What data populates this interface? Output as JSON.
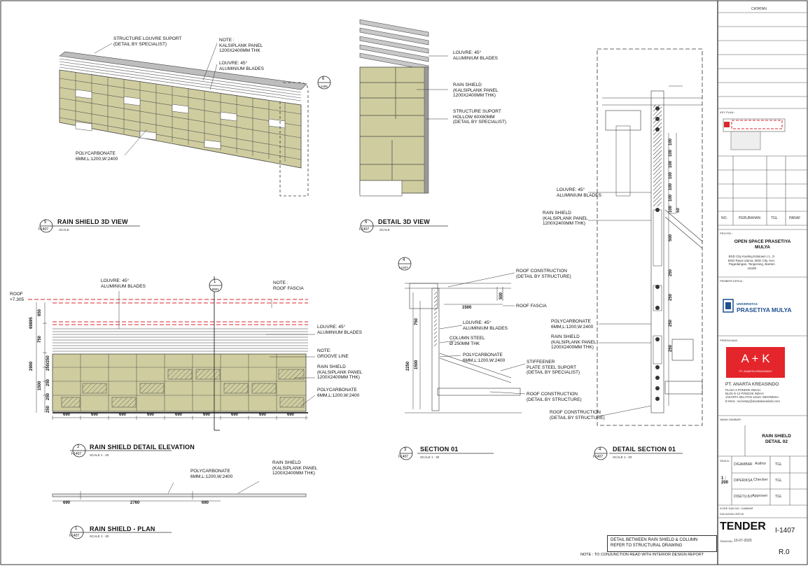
{
  "views": {
    "v5": {
      "num": "5",
      "ref": "I-1407",
      "title": "RAIN SHIELD 3D VIEW",
      "scale": "SCALE"
    },
    "v6": {
      "num": "6",
      "ref": "I-1407",
      "title": "DETAIL 3D VIEW",
      "scale": "SCALE"
    },
    "v2": {
      "num": "2",
      "ref": "I-1407",
      "title": "RAIN SHIELD DETAIL ELEVATION",
      "scale": "SCALE  1 : 40"
    },
    "v3": {
      "num": "3",
      "ref": "I-1407",
      "title": "SECTION  01",
      "scale": "SCALE  1 : 30"
    },
    "v4": {
      "num": "4",
      "ref": "I-1407",
      "title": "DETAIL SECTION  01",
      "scale": "SCALE  1 : 20"
    },
    "v1": {
      "num": "1",
      "ref": "I-1407",
      "title": "RAIN SHIELD - PLAN",
      "scale": "SCALE  1 : 40"
    }
  },
  "callouts": {
    "c6": {
      "num": "6",
      "ref": "I-1406"
    },
    "c1": {
      "num": "1",
      "ref": "I-0901"
    },
    "c4": {
      "num": "4",
      "ref": "I-1407"
    }
  },
  "labels": {
    "v5_structure": "STRUCTURE LOUVRE SUPORT\n(DETAIL BY SPECIALIST)",
    "v5_note": "NOTE :\nKALSIPLANK PANEL\n1200X2400MM THK",
    "v5_louvre": "LOUVRE: 45°\nALUMINIUM BLADES",
    "v5_poly": "POLYCARBONATE\n6MM,L:1200,W:2400",
    "v6_louvre": "LOUVRE: 45°\nALUMINIUM BLADES",
    "v6_rain": "RAIN SHIELD\n(KALSIPLANK PANEL\n1200X2400MM THK)",
    "v6_struct": "STRUCTURE SUPORT\nHOLLOW 60X60mm\n(DETAIL BY SPECIALIST)",
    "v2_roof": "ROOF\n+7.305",
    "v2_louvre_top": "LOUVRE: 45°\nALUMINIUM BLADES",
    "v2_note_fascia": "NOTE :\nROOF FASCIA",
    "v2_louvre_r": "LOUVRE: 45°\nALUMINIUM BLADES",
    "v2_groove": "NOTE:\nGROOVE LINE",
    "v2_rain": "RAIN SHIELD\n(KALSIPLANK PANEL\n1200X2400MM THK)",
    "v2_poly": "POLYCARBONATE\n6MM,L:1200,W:2400",
    "v3_roofc": "ROOF CONSTRUCTION\n(DETAIL BY STRUCTURE)",
    "v3_fascia": "ROOF FASCIA",
    "v3_louvre": "LOUVRE: 45°\nALUMINIUM BLADES",
    "v3_column": "COLUMN STEEL\nØ 250MM THK",
    "v3_poly": "POLYCARBONATE\n6MM,L:1200,W:2400",
    "v3_stiff": "STIFFEENER\nPLATE STEEL SUPORT\n(DETAIL BY SPECIALIST)",
    "v3_roofc2": "ROOF CONSTRUCTION\n(DETAIL BY STRUCTURE)",
    "v4_louvre": "LOUVRE: 45°\nALUMINIUM BLADES",
    "v4_rain": "RAIN SHIELD\n(KALSIPLANK PANEL\n1200X2400MM THK)",
    "v4_poly": "POLYCARBONATE\n6MM,L:1200,W:2400",
    "v4_rain2": "RAIN SHIELD\n(KALSIPLANK PANEL\n1200X2400MM THK)",
    "v4_roofc": "ROOF CONSTRUCTION\n(DETAIL BY STRUCTURE)",
    "v1_poly": "POLYCARBONATE\n6MM,L:1200,W:2400",
    "v1_rain": "RAIN SHIELD\n(KALSIPLANK PANEL\n1200X2400MM THK)"
  },
  "dims": {
    "elev_cols": [
      "690",
      "690",
      "690",
      "690",
      "690",
      "690",
      "690",
      "690",
      "690"
    ],
    "elev_left_outer": "2900",
    "elev_left_roof": "69995",
    "elev_left": [
      "650",
      "750",
      "1500",
      "250/250",
      "250",
      "250",
      "250"
    ],
    "plan": [
      "690",
      "2760",
      "690"
    ],
    "sec3": [
      "1500",
      "500",
      "750",
      "2250",
      "1500"
    ],
    "sec4": [
      "100",
      "100",
      "100",
      "100",
      "100",
      "100",
      "100",
      "50",
      "500",
      "250",
      "250",
      "250",
      "250"
    ]
  },
  "titleblock": {
    "catatan": "CATATAN",
    "keyplan": "KEY PLAN :",
    "rev_no": "NO.",
    "rev_perubahan": "PERUBAHAN",
    "rev_tgl": "TGL",
    "rev_paraf": "PARAF",
    "proyek_lbl": "PROYEK :",
    "proyek": "OPEN SPACE PRASETIYA\nMULYA",
    "alamat": "BSD City Kavling Edutown I.1, Jl.\nBSD Raya Utama, BSD City, Kec.\nPagedangan, Tangerang, Banten\n15339",
    "pemberi_lbl": "PEMBERI KERJA :",
    "univ_small": "UNIVERSITAS",
    "univ": "PRASETIYA MULYA",
    "perencana_lbl": "PERENCANA :",
    "ak": "A + K",
    "ak_sub": "PT. ANARTA KREASINDO",
    "firm": "PT. ANARTA KREASINDO",
    "firm_addr": "PLAZA 3 PONDOK INDAH\nBLOK E-12 PONDOK INDAH\nJAKARTA SELATAN 12310, INDONESIA\nE-MAIL : secretary@anartakreasindo.com",
    "nama_lbl": "NAMA GAMBAR :",
    "nama": "RAIN SHIELD\nDETAIL 02",
    "skala_lbl": "SKALA :",
    "skala": "1 :\n200",
    "digambar": "DIGAMBAR",
    "author": "Author",
    "diperiksa": "DIPERIKSA",
    "checker": "Checker",
    "disetujui": "DISETUJUI",
    "approver": "Approver",
    "tgl": "TGL",
    "kode_lbl": "KODE DAN NO. GAMBAR",
    "diajukan_lbl": "DIAJUKAN UNTUK",
    "status": "TENDER",
    "sheet": "I-1407",
    "tanggal_lbl": "TANGGAL",
    "tanggal": "10-07-2020",
    "rev": "R.0"
  },
  "notes": {
    "box": "DETAIL BETWEEN RAIN SHIELD & COLUMN\nREFER TO STRUCTURAL DRAWING",
    "bottom": "NOTE : TO CONJUNCTION READ WITH INTERIOR DESIGN REPORT"
  },
  "colors": {
    "panel": "#cfcd9f",
    "accent": "#e4252b",
    "uni": "#1e4f91",
    "dash": "#d9272e"
  }
}
